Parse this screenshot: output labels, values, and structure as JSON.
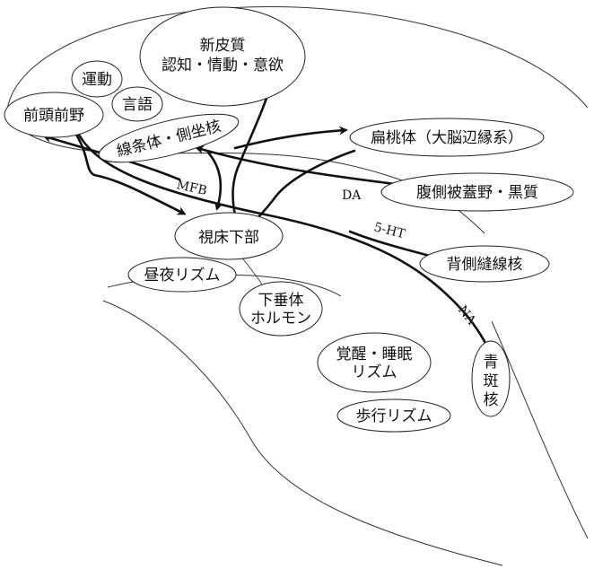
{
  "labels": {
    "neocortex_line1": "新皮質",
    "neocortex_line2": "認知・情動・意欲",
    "motor": "運動",
    "language": "言語",
    "prefrontal": "前頭前野",
    "striatum": "線条体・側坐核",
    "amygdala": "扁桃体（大脳辺縁系）",
    "vta_sn": "腹側被蓋野・黒質",
    "hypothalamus": "視床下部",
    "circadian": "昼夜リズム",
    "pituitary_line1": "下垂体",
    "pituitary_line2": "ホルモン",
    "dorsal_raphe": "背側縫線核",
    "arousal_line1": "覚醒・睡眠",
    "arousal_line2": "リズム",
    "locus_line1": "青",
    "locus_line2": "斑",
    "locus_line3": "核",
    "gait": "歩行リズム",
    "mfb": "MFB",
    "da": "DA",
    "ht": "5-HT",
    "na": "NA"
  },
  "colors": {
    "ink": "#111111",
    "background": "#ffffff"
  }
}
